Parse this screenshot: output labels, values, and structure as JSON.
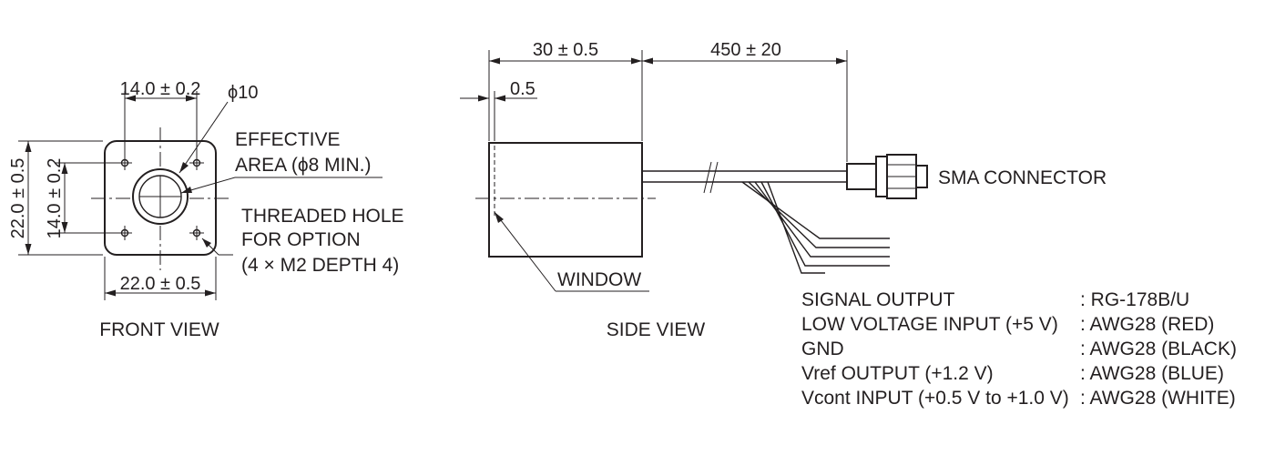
{
  "front_view": {
    "caption": "FRONT VIEW",
    "dim_inner_width": "14.0 ± 0.2",
    "dim_outer_width": "22.0 ± 0.5",
    "dim_outer_height": "22.0 ± 0.5",
    "dim_inner_height": "14.0 ± 0.2",
    "dim_diameter": "ϕ10",
    "effective_area_line1": "EFFECTIVE",
    "effective_area_line2": "AREA (ϕ8 MIN.)",
    "threaded_hole_line1": "THREADED HOLE",
    "threaded_hole_line2": "FOR OPTION",
    "threaded_hole_line3": "(4 × M2 DEPTH 4)"
  },
  "side_view": {
    "caption": "SIDE VIEW",
    "dim_body_length": "30 ± 0.5",
    "dim_cable_length": "450 ± 20",
    "dim_window_offset": "0.5",
    "window_label": "WINDOW",
    "connector_label": "SMA CONNECTOR"
  },
  "wiring_table": {
    "rows": [
      {
        "signal": "SIGNAL OUTPUT",
        "cable": ": RG-178B/U"
      },
      {
        "signal": "LOW VOLTAGE INPUT (+5 V)",
        "cable": ": AWG28 (RED)"
      },
      {
        "signal": "GND",
        "cable": ": AWG28 (BLACK)"
      },
      {
        "signal": "Vref OUTPUT (+1.2 V)",
        "cable": ": AWG28 (BLUE)"
      },
      {
        "signal": "Vcont INPUT (+0.5 V to +1.0 V)",
        "cable": ": AWG28 (WHITE)"
      }
    ]
  }
}
